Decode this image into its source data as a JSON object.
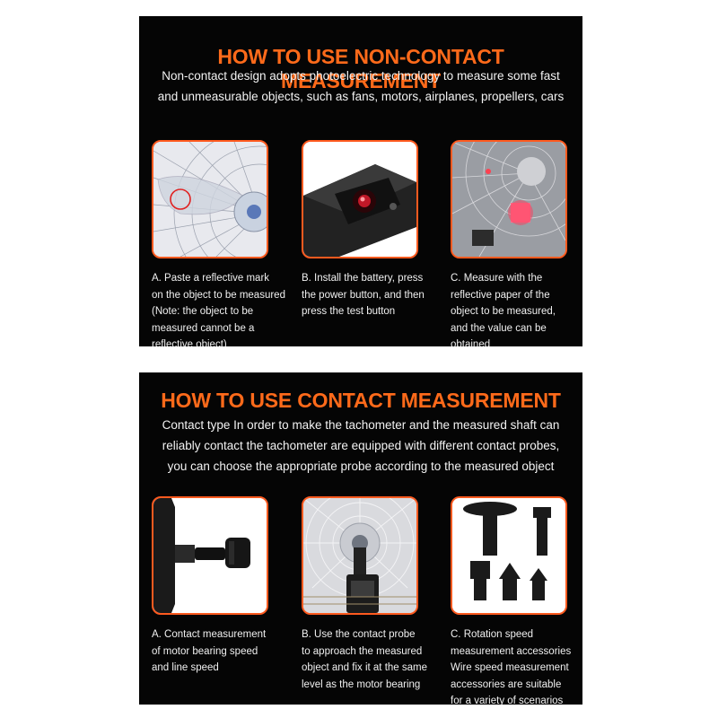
{
  "non_contact": {
    "title": "HOW TO USE NON-CONTACT MEASUREMENT",
    "description_lines": [
      "Non-contact design adopts photoelectric technology to measure some fast",
      "and unmeasurable objects, such as fans, motors, airplanes, propellers, cars"
    ],
    "steps": [
      {
        "image": "fan-blade-with-reflective-mark",
        "caption_lines": [
          "A. Paste a reflective mark",
          "on the object to be measured",
          "(Note: the object to be",
          "measured cannot be a",
          "reflective object)"
        ]
      },
      {
        "image": "tachometer-sensor-closeup",
        "caption_lines": [
          "B. Install the battery, press",
          "the power button, and then",
          "press the test button"
        ]
      },
      {
        "image": "laser-on-reflective-paper",
        "caption_lines": [
          "C. Measure with the",
          "reflective paper of the",
          "object to be measured,",
          "and the value can be",
          "obtained"
        ]
      }
    ]
  },
  "contact": {
    "title": "HOW TO USE CONTACT MEASUREMENT",
    "description_lines": [
      "Contact type In order to make the tachometer and the measured shaft can",
      "reliably contact the tachometer are equipped with different contact probes,",
      "you can choose the appropriate probe according to the measured object"
    ],
    "steps": [
      {
        "image": "contact-probe-attached",
        "caption_lines": [
          "A. Contact measurement",
          "of motor bearing speed",
          "and line speed"
        ]
      },
      {
        "image": "probe-touching-fan-motor",
        "caption_lines": [
          "B. Use the contact probe",
          "to approach the measured",
          "object and fix it at the same",
          "level as the motor bearing"
        ]
      },
      {
        "image": "probe-accessories-set",
        "caption_lines": [
          "C. Rotation speed",
          "measurement accessories",
          "Wire speed measurement",
          "accessories are suitable",
          "for a variety of scenarios"
        ]
      }
    ]
  },
  "colors": {
    "accent": "#ff6a1a",
    "panel": "#050505",
    "frame": "#ff5a1f"
  }
}
